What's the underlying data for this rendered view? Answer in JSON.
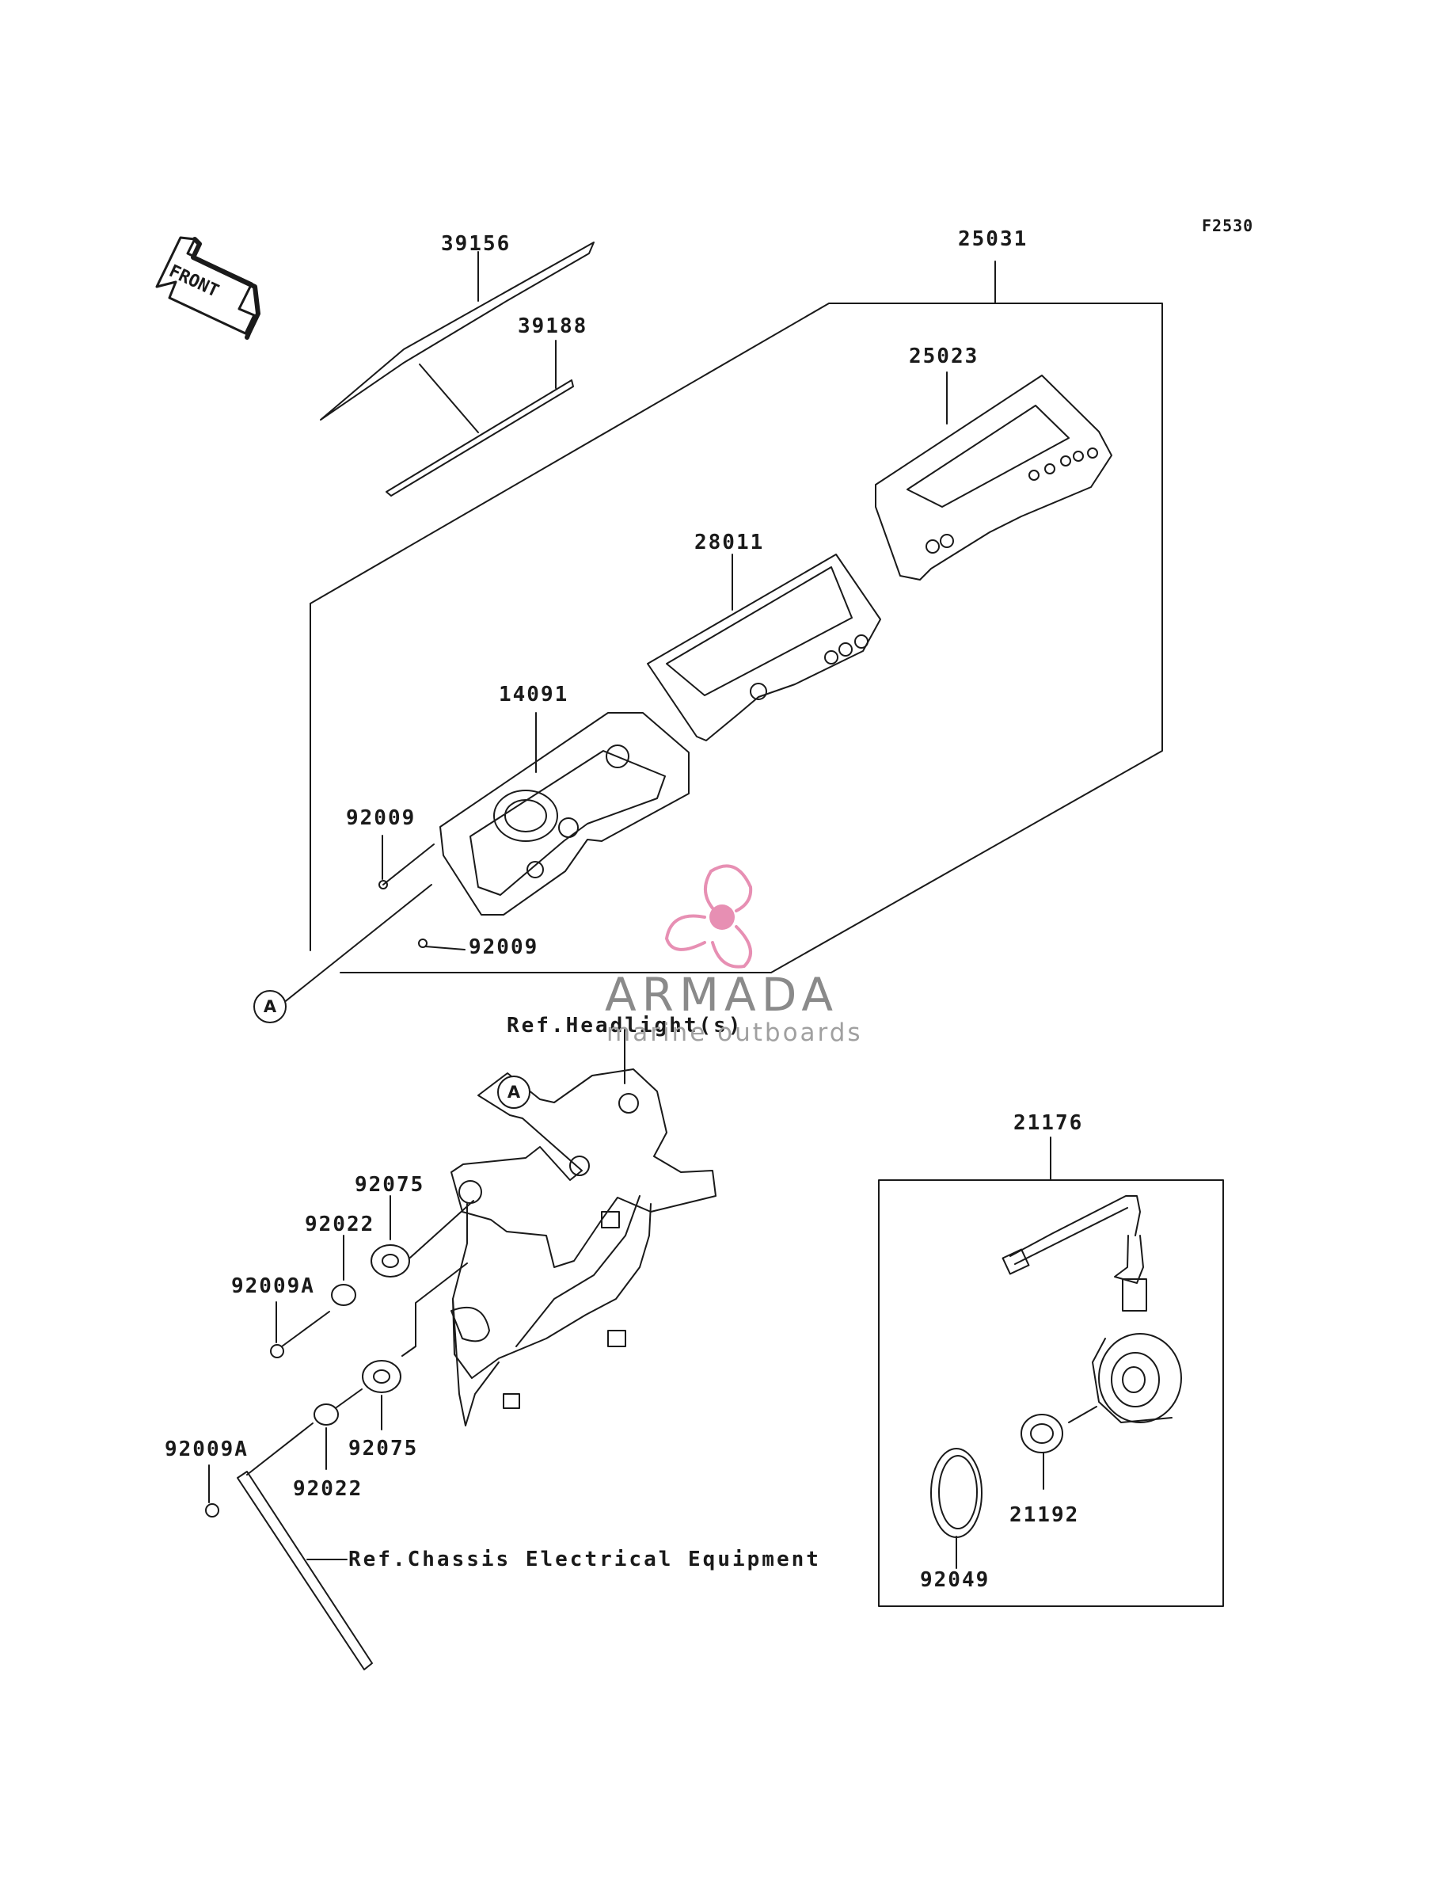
{
  "diagram_code": "F2530",
  "front_label": "FRONT",
  "callout_marker": "A",
  "parts": {
    "p39156": "39156",
    "p39188": "39188",
    "p25031": "25031",
    "p25023": "25023",
    "p28011": "28011",
    "p14091": "14091",
    "p92009_top": "92009",
    "p92009_bottom": "92009",
    "p92075_top": "92075",
    "p92022_top": "92022",
    "p92009A_top": "92009A",
    "p92075_bottom": "92075",
    "p92009A_bottom": "92009A",
    "p92022_bottom": "92022",
    "p21176": "21176",
    "p21192": "21192",
    "p92049": "92049"
  },
  "references": {
    "headlight": "Ref.Headlight(s)",
    "chassis": "Ref.Chassis Electrical Equipment"
  },
  "watermark": {
    "name": "ARMADA",
    "tagline": "marine outboards",
    "logo_color": "#e78fb3"
  }
}
